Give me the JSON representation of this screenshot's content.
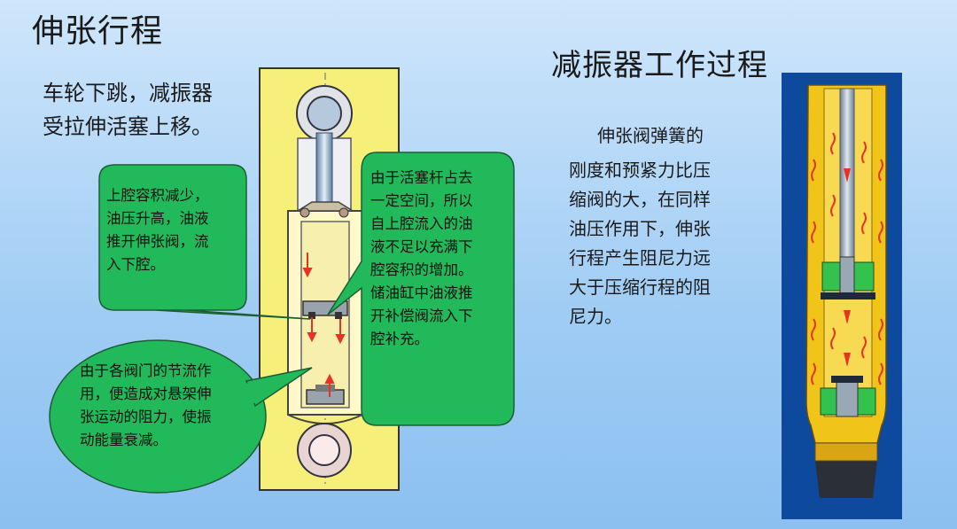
{
  "title": "伸张行程",
  "subtitle": "减振器工作过程",
  "intro": [
    "车轮下跳，减振器",
    "受拉伸活塞上移。"
  ],
  "bubble_upper": [
    "上腔容积减少，",
    "油压升高，油液",
    "推开伸张阀，流",
    "入下腔。"
  ],
  "bubble_right": [
    "由于活塞杆占去",
    "一定空间，所以",
    "自上腔流入的油",
    "液不足以充满下",
    "腔容积的增加。",
    "储油缸中油液推",
    "开补偿阀流入下",
    "腔补充。"
  ],
  "bubble_lower": [
    "由于各阀门的节流作",
    "用，便造成对悬架伸",
    "张运动的阻力，使振",
    "动能量衰减。"
  ],
  "right_text": [
    "伸张阀弹簧的",
    "刚度和预紧力比压",
    "缩阀的大，在同样",
    "油压作用下，伸张",
    "行程产生阻尼力远",
    "大于压缩行程的阻",
    "尼力。"
  ],
  "colors": {
    "bubble_fill": "#22b95a",
    "panel_fill": "#f6f07a",
    "oil_yellow": "#f0c419",
    "dark_blue": "#0d4a9e"
  }
}
